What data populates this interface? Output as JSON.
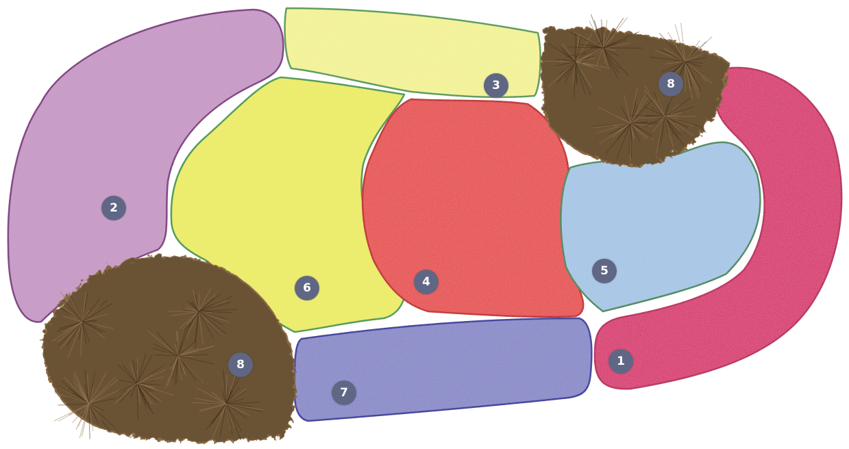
{
  "badge_color": "#5f6785",
  "beds": [
    {
      "id": "bed-1",
      "label": "1",
      "color": "#d94a78",
      "stroke": "#b8335f"
    },
    {
      "id": "bed-2",
      "label": "2",
      "color": "#c79bc6",
      "stroke": "#7e3f82"
    },
    {
      "id": "bed-3",
      "label": "3",
      "color": "#f3f29a",
      "stroke": "#5c9a5a"
    },
    {
      "id": "bed-4",
      "label": "4",
      "color": "#e85b5b",
      "stroke": "#c03434"
    },
    {
      "id": "bed-5",
      "label": "5",
      "color": "#a9c7e6",
      "stroke": "#4f8a5e"
    },
    {
      "id": "bed-6",
      "label": "6",
      "color": "#ecec6a",
      "stroke": "#4f9a55"
    },
    {
      "id": "bed-7",
      "label": "7",
      "color": "#8e8fca",
      "stroke": "#3f3f9c"
    },
    {
      "id": "bed-8-left",
      "label": "8",
      "color": "#6b5236",
      "stroke": "#8a6a45"
    },
    {
      "id": "bed-8-right",
      "label": "8",
      "color": "#6b5236",
      "stroke": "#8a6a45"
    }
  ]
}
